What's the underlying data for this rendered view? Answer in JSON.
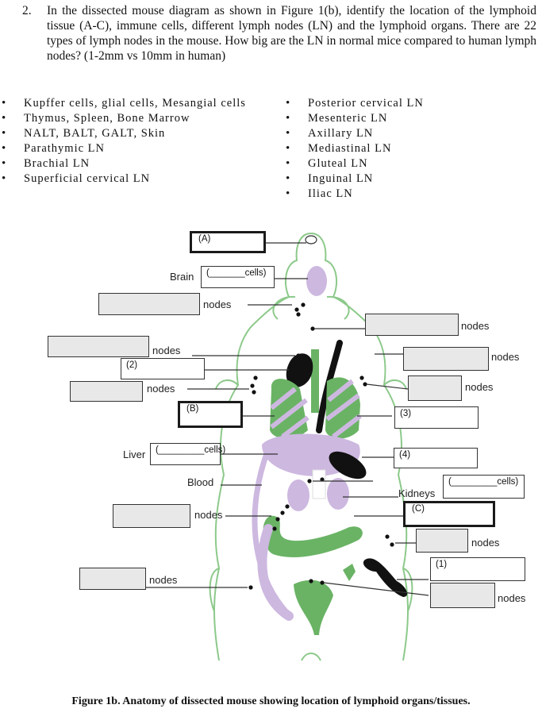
{
  "question": {
    "number": "2.",
    "text": "In the dissected mouse diagram as shown in Figure 1(b), identify the location of the lymphoid tissue (A-C), immune cells, different lymph nodes (LN) and the lymphoid organs. There are 22 types of lymph nodes in the mouse. How big are the LN in normal mice compared to human lymph nodes? (1-2mm vs 10mm in human)"
  },
  "options_left": [
    "Kupffer cells, glial cells, Mesangial cells",
    "Thymus, Spleen, Bone Marrow",
    "NALT, BALT, GALT, Skin",
    "Parathymic LN",
    "Brachial LN",
    "Superficial cervical LN"
  ],
  "options_right": [
    "Posterior cervical LN",
    "Mesenteric LN",
    "Axillary LN",
    "Mediastinal LN",
    "Gluteal LN",
    "Inguinal LN",
    "Iliac LN"
  ],
  "diagram": {
    "box_A": "(A)",
    "box_B": "(B)",
    "box_C": "(C)",
    "box_1": "(1)",
    "box_2": "(2)",
    "box_3": "(3)",
    "box_4": "(4)",
    "brain": "Brain",
    "liver": "Liver",
    "blood": "Blood",
    "kidneys": "Kidneys",
    "cells_blank": "(_______cells)",
    "cells_blank_liver": "(_________cells)",
    "cells_blank_kidney": "(_________cells)",
    "nodes": "nodes",
    "colors": {
      "outline": "#8cc98a",
      "green_organ": "#6ab365",
      "lavender": "#cdb8e0",
      "node_black": "#111111"
    }
  },
  "caption": "Figure 1b. Anatomy of dissected mouse showing location of lymphoid organs/tissues."
}
